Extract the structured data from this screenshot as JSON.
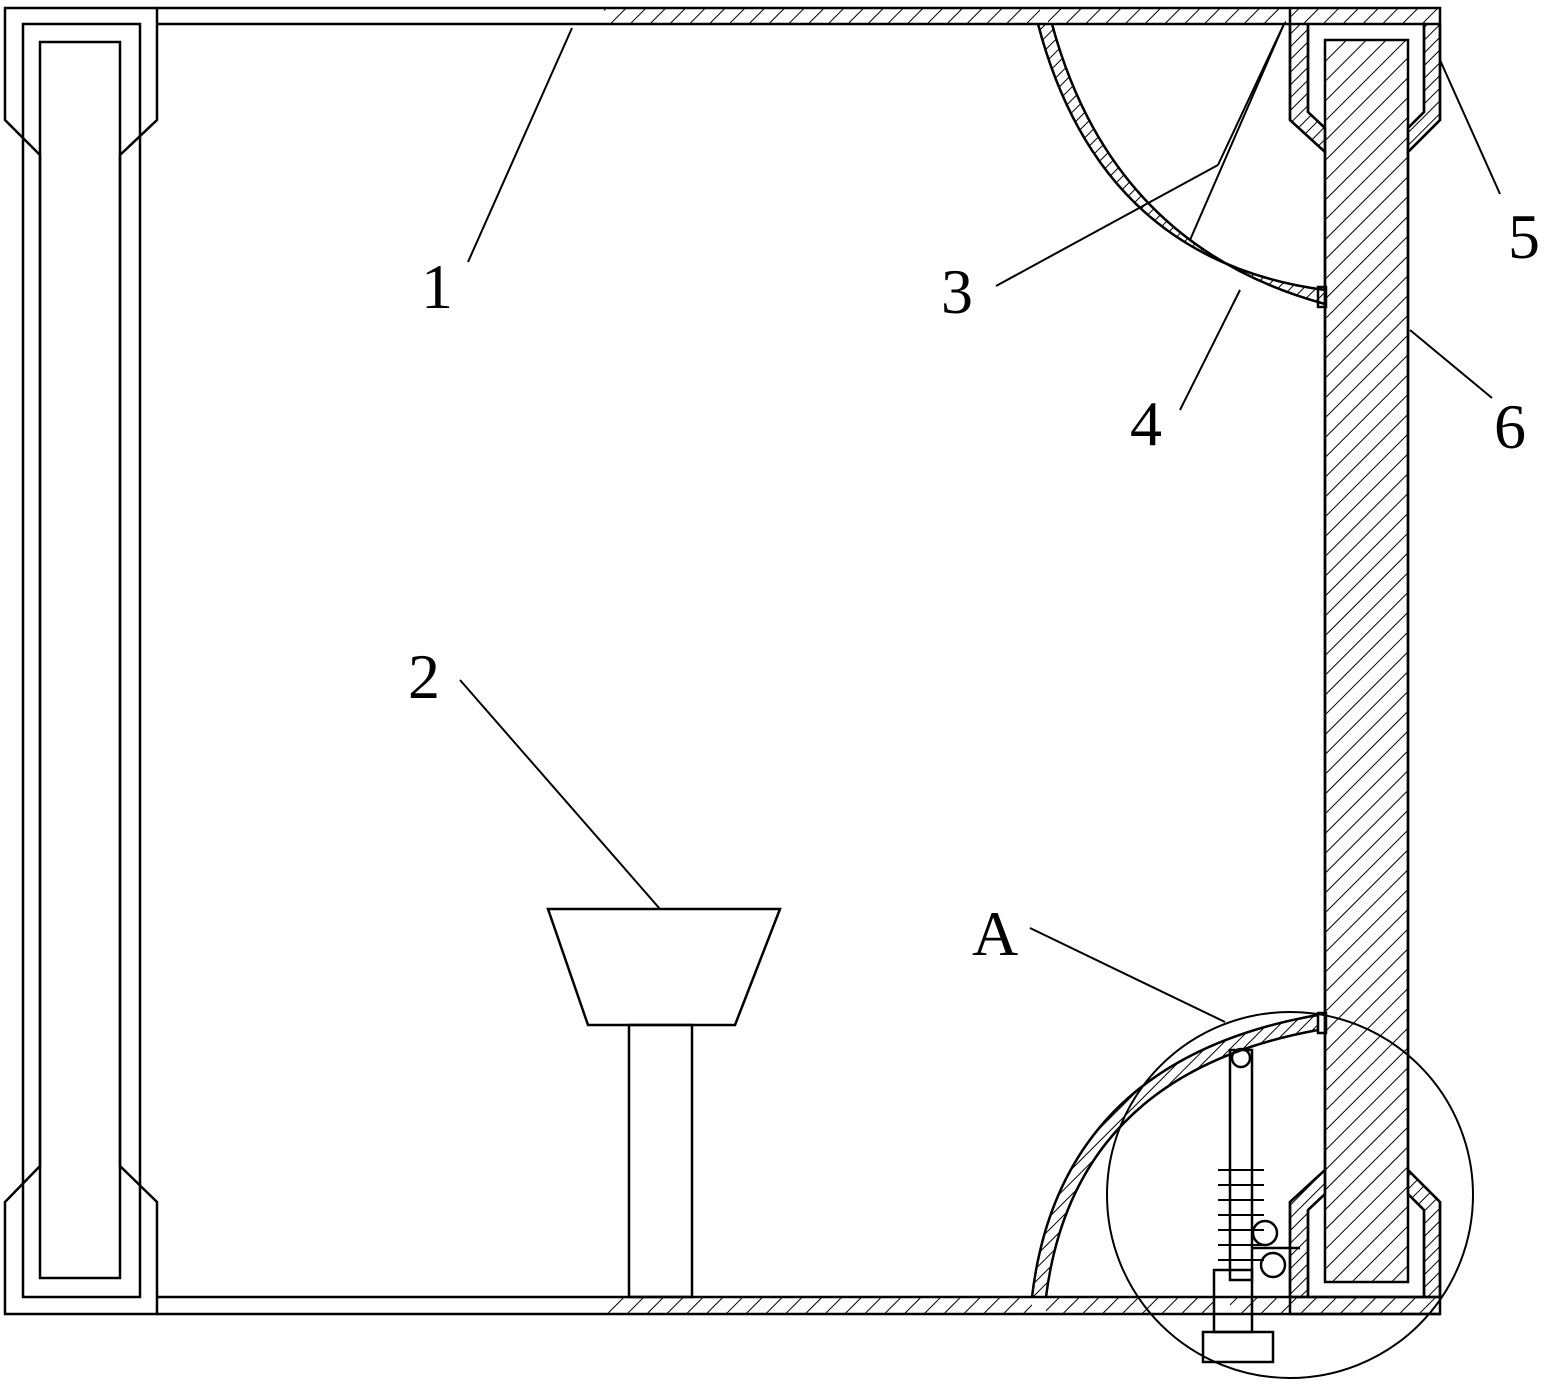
{
  "labels": {
    "l1": "1",
    "l2": "2",
    "l3": "3",
    "l4": "4",
    "l5": "5",
    "l6": "6",
    "lA": "A"
  },
  "colors": {
    "line": "#000000",
    "background": "#ffffff"
  }
}
